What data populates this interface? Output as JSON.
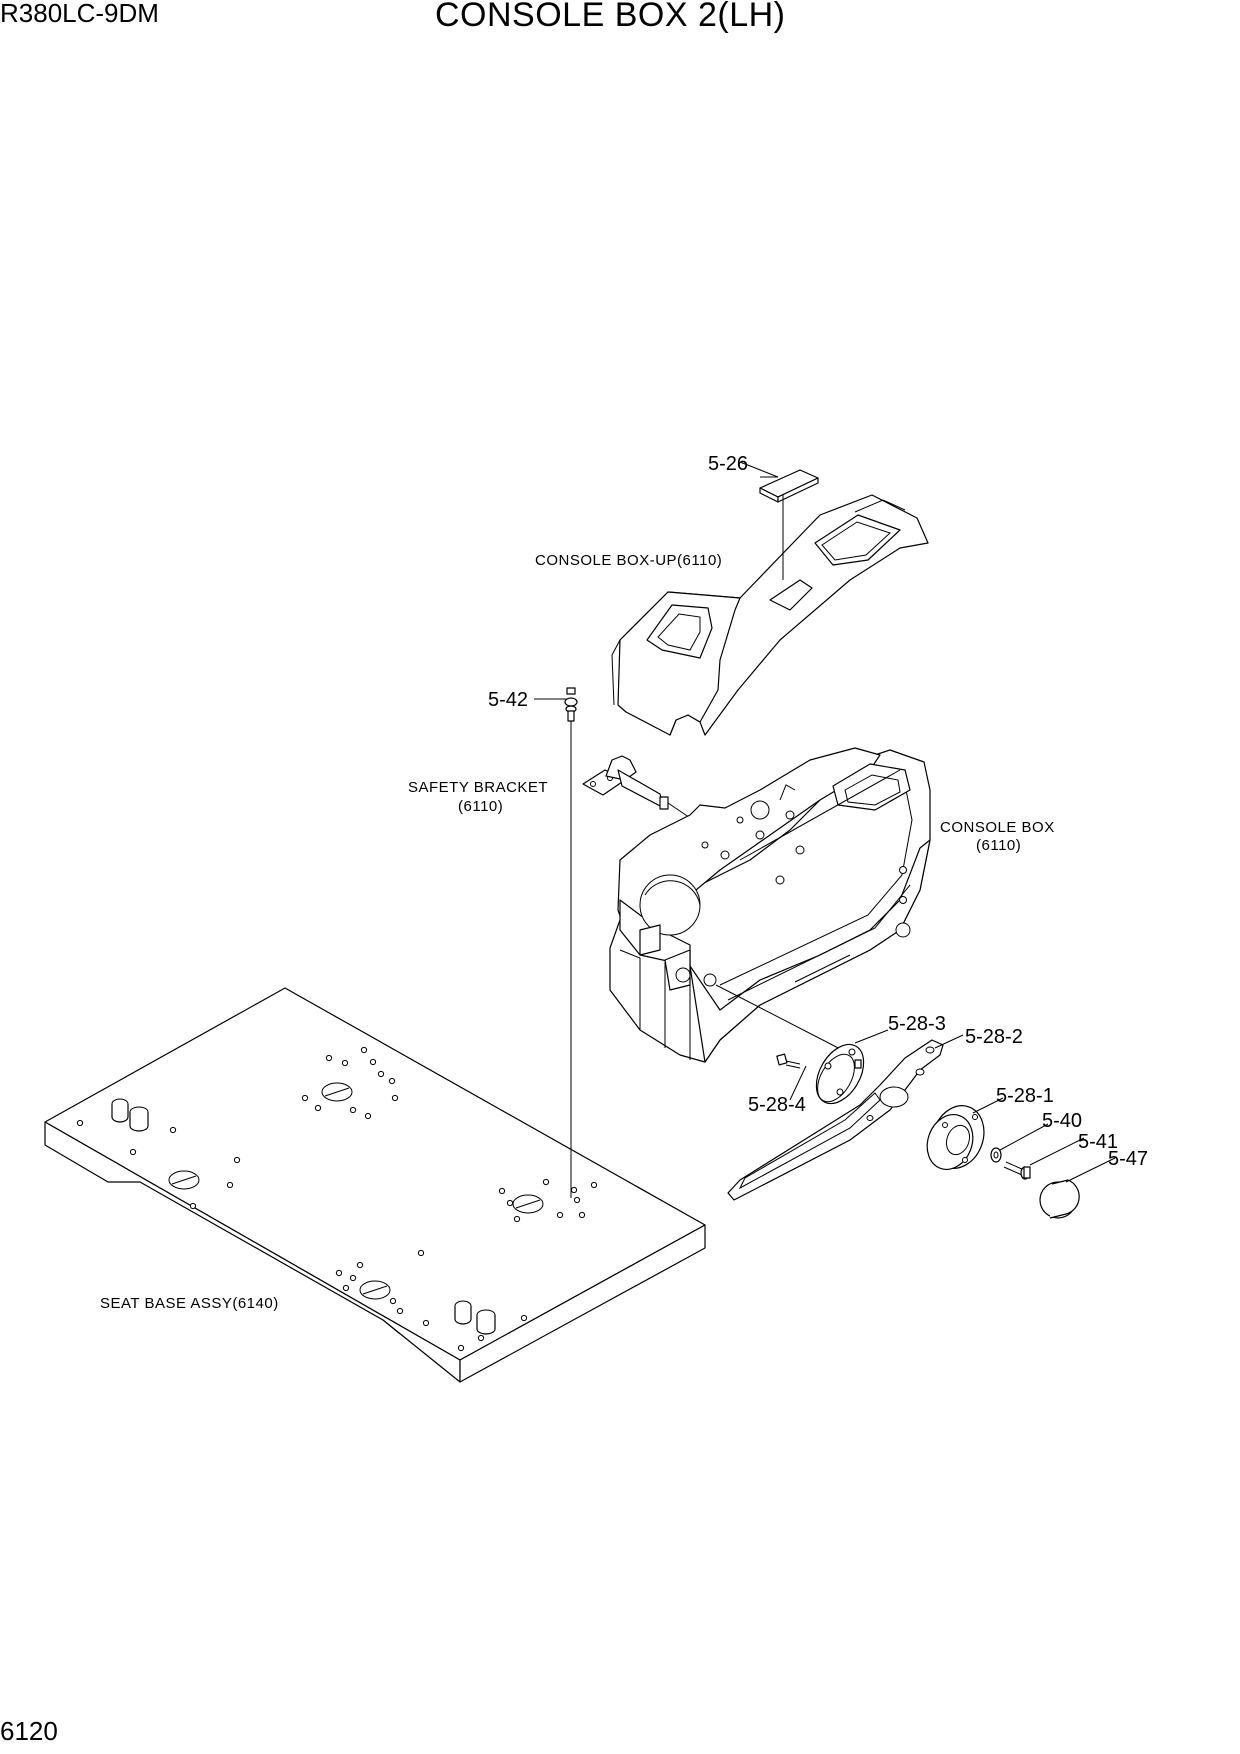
{
  "header": {
    "model": "R380LC-9DM",
    "title": "CONSOLE BOX 2(LH)"
  },
  "footer": {
    "page_number": "6120"
  },
  "captions": {
    "console_box_up": "CONSOLE BOX-UP(6110)",
    "safety_bracket_line1": "SAFETY BRACKET",
    "safety_bracket_line2": "(6110)",
    "console_box_line1": "CONSOLE BOX",
    "console_box_line2": "(6110)",
    "seat_base": "SEAT BASE ASSY(6140)"
  },
  "callouts": {
    "c_5_26": "5-26",
    "c_5_42": "5-42",
    "c_5_28_3": "5-28-3",
    "c_5_28_2": "5-28-2",
    "c_5_28_4": "5-28-4",
    "c_5_28_1": "5-28-1",
    "c_5_40": "5-40",
    "c_5_41": "5-41",
    "c_5_47": "5-47"
  }
}
